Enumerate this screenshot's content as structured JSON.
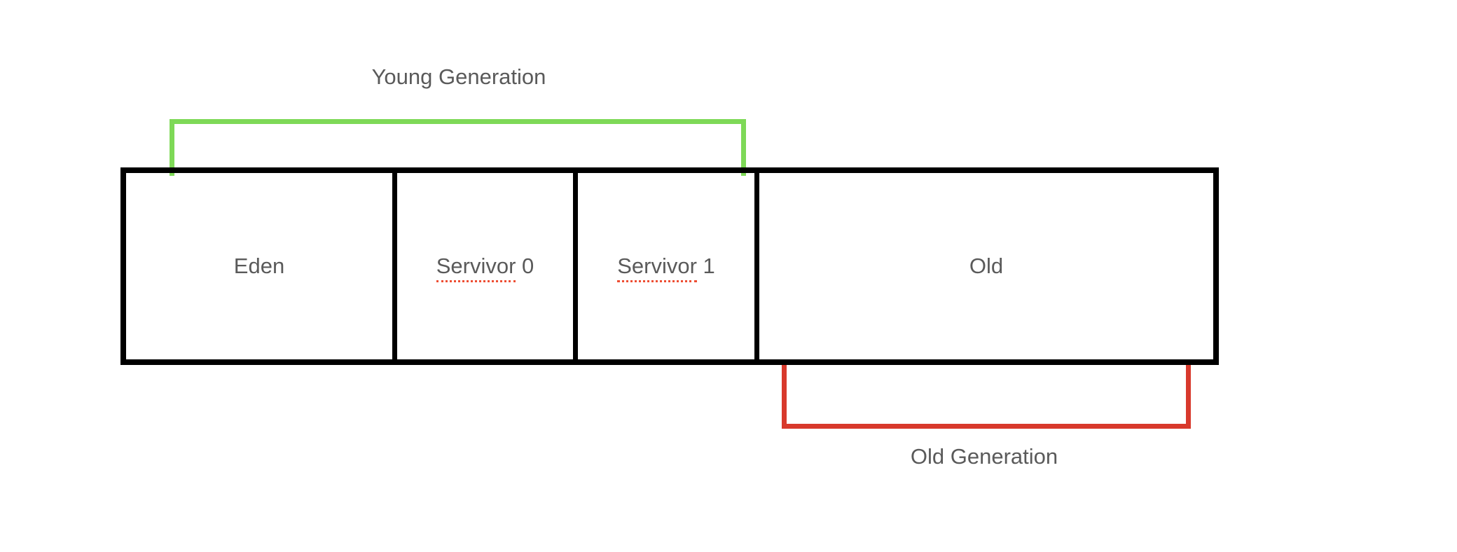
{
  "labels": {
    "young": "Young Generation",
    "old": "Old Generation"
  },
  "regions": {
    "eden": {
      "label": "Eden"
    },
    "survivor0": {
      "word": "Servivor",
      "rest": " 0"
    },
    "survivor1": {
      "word": "Servivor",
      "rest": " 1"
    },
    "old": {
      "label": "Old"
    }
  },
  "colors": {
    "young_bracket_green": "#7ED957",
    "old_bracket_red": "#D8392C",
    "region_border_black": "#000000",
    "label_text_gray": "#5A5A5A",
    "spellcheck_underline_red": "#ED4E33",
    "background": "#FFFFFF"
  }
}
